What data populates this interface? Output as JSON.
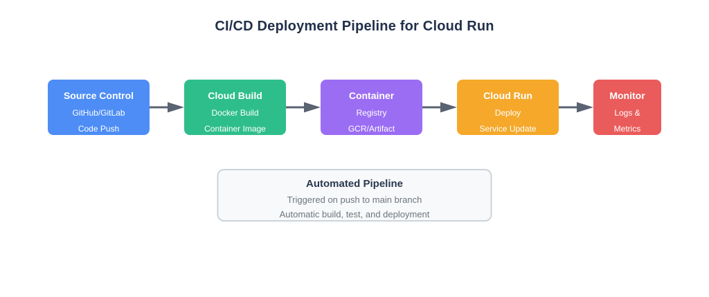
{
  "title": "CI/CD Deployment Pipeline for Cloud Run",
  "pipeline": {
    "arrow_color": "#5a6372",
    "stages": [
      {
        "title": "Source Control",
        "line1": "GitHub/GitLab",
        "line2": "Code Push",
        "color": "#4d8df5"
      },
      {
        "title": "Cloud Build",
        "line1": "Docker Build",
        "line2": "Container Image",
        "color": "#2ebe8c"
      },
      {
        "title": "Container",
        "line1": "Registry",
        "line2": "GCR/Artifact",
        "color": "#9b6df3"
      },
      {
        "title": "Cloud Run",
        "line1": "Deploy",
        "line2": "Service Update",
        "color": "#f5a82a"
      },
      {
        "title": "Monitor",
        "line1": "Logs &",
        "line2": "Metrics",
        "color": "#ea5b5b"
      }
    ]
  },
  "info_box": {
    "title": "Automated Pipeline",
    "line1": "Triggered on push to main branch",
    "line2": "Automatic build, test, and deployment"
  }
}
